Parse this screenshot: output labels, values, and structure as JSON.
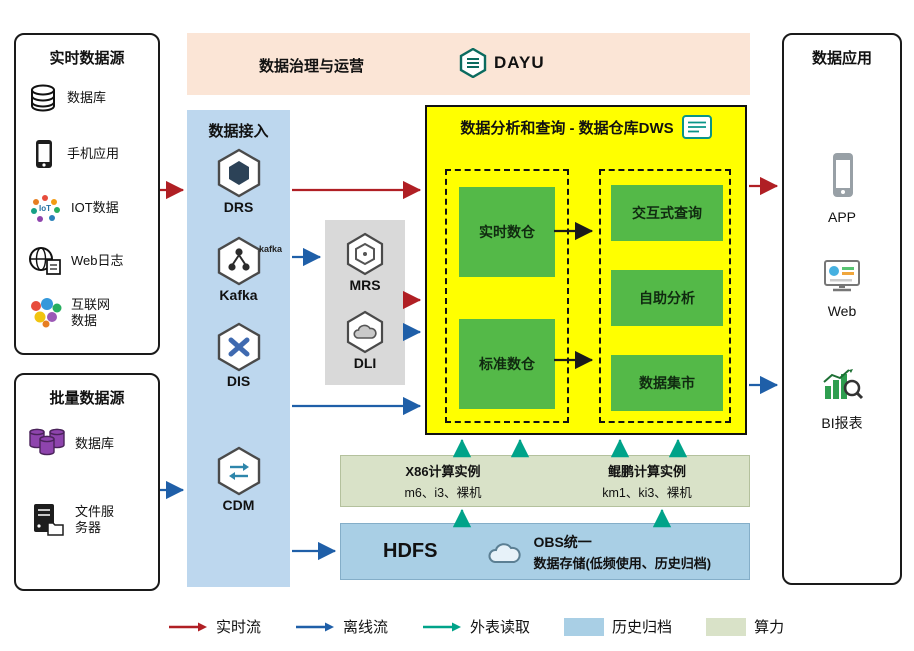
{
  "colors": {
    "realtime_flow": "#b01f24",
    "offline_flow": "#1f5fa8",
    "external_read": "#00a389",
    "archive_swatch": "#a9cfe5",
    "compute_swatch": "#d9e2c8",
    "dws_background": "#ffff00",
    "green_box": "#54b948",
    "ingestion_background": "#bdd7ee",
    "governance_background": "#fbe5d6",
    "mid_services_background": "#d9d9d9"
  },
  "governance": {
    "title": "数据治理与运营",
    "logo_text": "DAYU"
  },
  "realtime_sources": {
    "title": "实时数据源",
    "items": [
      {
        "label": "数据库",
        "icon": "database-icon"
      },
      {
        "label": "手机应用",
        "icon": "phone-icon"
      },
      {
        "label": "IOT数据",
        "icon": "iot-icon"
      },
      {
        "label": "Web日志",
        "icon": "globe-icon"
      },
      {
        "label": "互联网数据",
        "icon": "balloons-icon"
      }
    ]
  },
  "batch_sources": {
    "title": "批量数据源",
    "items": [
      {
        "label": "数据库",
        "icon": "database-purple-icon"
      },
      {
        "label": "文件服务器",
        "icon": "file-server-icon"
      }
    ]
  },
  "ingestion": {
    "title": "数据接入",
    "services": [
      {
        "label": "DRS",
        "icon": "drs-hexagon-icon"
      },
      {
        "label": "Kafka",
        "icon": "kafka-hexagon-icon",
        "badge": "kafka"
      },
      {
        "label": "DIS",
        "icon": "dis-hexagon-icon"
      },
      {
        "label": "CDM",
        "icon": "cdm-hexagon-icon"
      }
    ]
  },
  "mid_services": [
    {
      "label": "MRS",
      "icon": "mrs-hexagon-icon"
    },
    {
      "label": "DLI",
      "icon": "dli-hexagon-icon"
    }
  ],
  "dws": {
    "title": "数据分析和查询 - 数据仓库DWS",
    "warehouses": [
      "实时数仓",
      "标准数仓"
    ],
    "analytics": [
      "交互式查询",
      "自助分析",
      "数据集市"
    ]
  },
  "compute": {
    "x86_title": "X86计算实例",
    "x86_specs": "m6、i3、裸机",
    "kunpeng_title": "鲲鹏计算实例",
    "kunpeng_specs": "km1、ki3、裸机"
  },
  "storage": {
    "hdfs": "HDFS",
    "obs_line1": "OBS统一",
    "obs_line2": "数据存储(低频使用、历史归档)"
  },
  "applications": {
    "title": "数据应用",
    "items": [
      {
        "label": "APP",
        "icon": "app-phone-icon"
      },
      {
        "label": "Web",
        "icon": "web-monitor-icon"
      },
      {
        "label": "BI报表",
        "icon": "bi-chart-icon"
      }
    ]
  },
  "legend": {
    "items": [
      {
        "label": "实时流",
        "type": "arrow",
        "color": "#b01f24"
      },
      {
        "label": "离线流",
        "type": "arrow",
        "color": "#1f5fa8"
      },
      {
        "label": "外表读取",
        "type": "arrow",
        "color": "#00a389"
      },
      {
        "label": "历史归档",
        "type": "swatch",
        "color": "#a9cfe5"
      },
      {
        "label": "算力",
        "type": "swatch",
        "color": "#d9e2c8"
      }
    ]
  }
}
